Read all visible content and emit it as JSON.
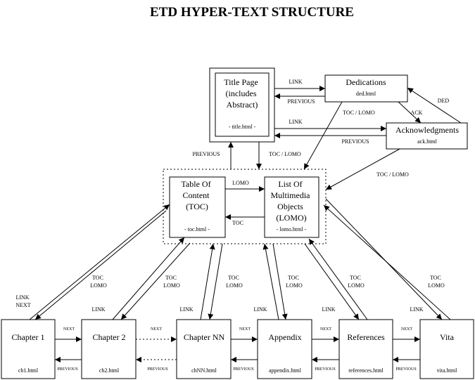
{
  "title": "ETD HYPER-TEXT STRUCTURE",
  "nodes": {
    "title_page": {
      "label": [
        "Title Page",
        "(includes",
        "Abstract)"
      ],
      "file": "- title.html -"
    },
    "dedications": {
      "label": [
        "Dedications"
      ],
      "file": "ded.html"
    },
    "acknowledgments": {
      "label": [
        "Acknowledgments"
      ],
      "file": "ack.html"
    },
    "toc": {
      "label": [
        "Table Of",
        "Content",
        "(TOC)"
      ],
      "file": "- toc.html -"
    },
    "lomo": {
      "label": [
        "List Of",
        "Multimedia",
        "Objects",
        "(LOMO)"
      ],
      "file": "- lomo.html -"
    },
    "chapter1": {
      "label": [
        "Chapter 1"
      ],
      "file": "ch1.html"
    },
    "chapter2": {
      "label": [
        "Chapter 2"
      ],
      "file": "ch2.html"
    },
    "chapternn": {
      "label": [
        "Chapter NN"
      ],
      "file": "chNN.html"
    },
    "appendix": {
      "label": [
        "Appendix"
      ],
      "file": "appendix.html"
    },
    "references": {
      "label": [
        "References"
      ],
      "file": "references.html"
    },
    "vita": {
      "label": [
        "Vita"
      ],
      "file": "vita.html"
    }
  },
  "edge_labels": {
    "link": "LINK",
    "previous": "PREVIOUS",
    "toc_lomo": "TOC / LOMO",
    "toc_lomo_stacked": [
      "TOC",
      "LOMO"
    ],
    "ack": "ACK",
    "ded": "DED",
    "lomo": "LOMO",
    "toc": "TOC",
    "link_next": [
      "LINK",
      "NEXT"
    ],
    "next": "NEXT"
  }
}
